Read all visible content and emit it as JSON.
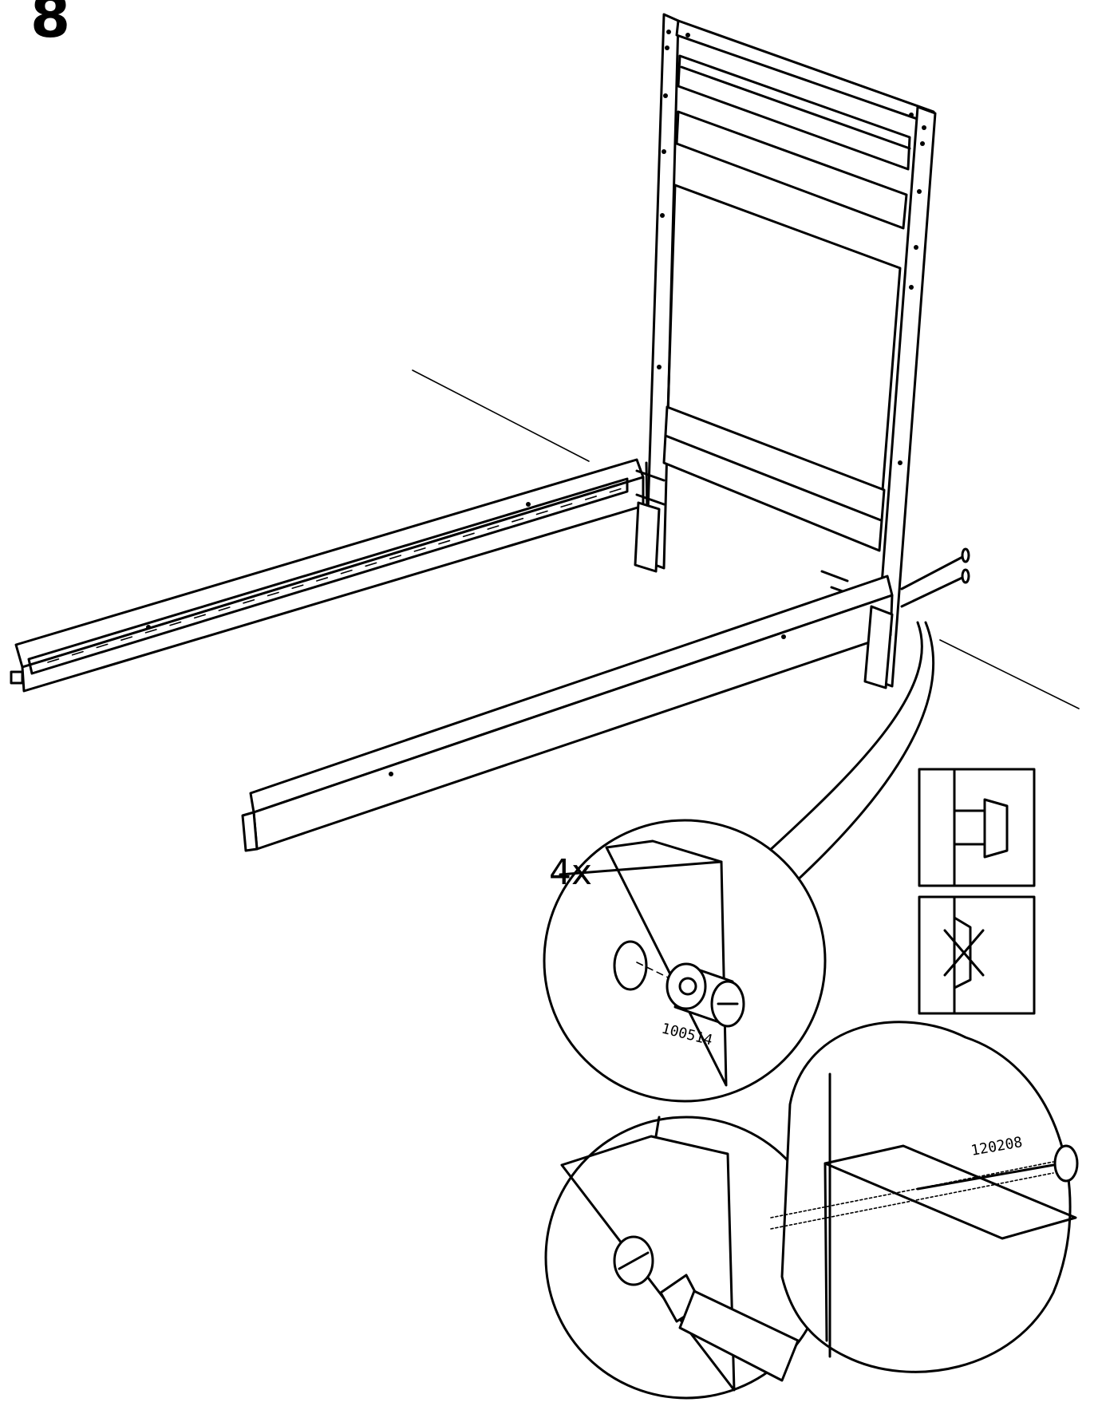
{
  "step": {
    "number": "8"
  },
  "callout_cam": {
    "quantity": "4x",
    "part_number": "100514"
  },
  "callout_bolt": {
    "part_number": "120208"
  },
  "icons": [
    "bed-frame-assembly",
    "cam-lock-nut-icon",
    "bolt-icon",
    "screwdriver-icon",
    "correct-orientation-icon",
    "incorrect-orientation-icon"
  ]
}
